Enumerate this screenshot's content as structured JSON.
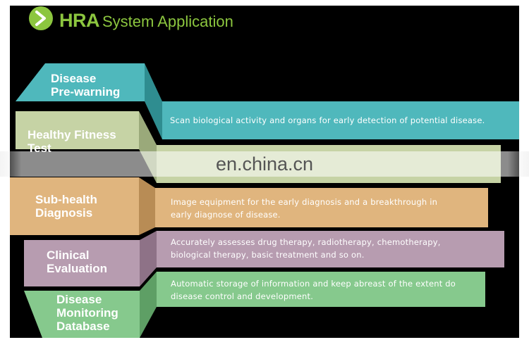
{
  "header": {
    "icon": "chevron-right-circle-icon",
    "brand": "HRA",
    "title_rest": "System Application"
  },
  "colors": {
    "accent_green": "#8cc63f",
    "teal": "#4fb8bc",
    "light_green": "#c6d3a5",
    "orange": "#e0b57e",
    "purple": "#b79cb0",
    "green": "#86c98d"
  },
  "rows": [
    {
      "label": "Disease\nPre-warning",
      "description": "Scan biological activity and organs for early detection of potential disease."
    },
    {
      "label": "Healthy Fitness\nTest",
      "description": ""
    },
    {
      "label": "Sub-health\nDiagnosis",
      "description": "Image equipment for the early diagnosis and a breakthrough in\nearly diagnose of disease."
    },
    {
      "label": "Clinical\nEvaluation",
      "description": "Accurately assesses drug therapy, radiotherapy, chemotherapy,\nbiological therapy, basic treatment and so on."
    },
    {
      "label": "Disease\nMonitoring\nDatabase",
      "description": "Automatic storage of information and keep abreast of the extent do\ndisease control and development."
    }
  ],
  "watermark": "en.china.cn"
}
